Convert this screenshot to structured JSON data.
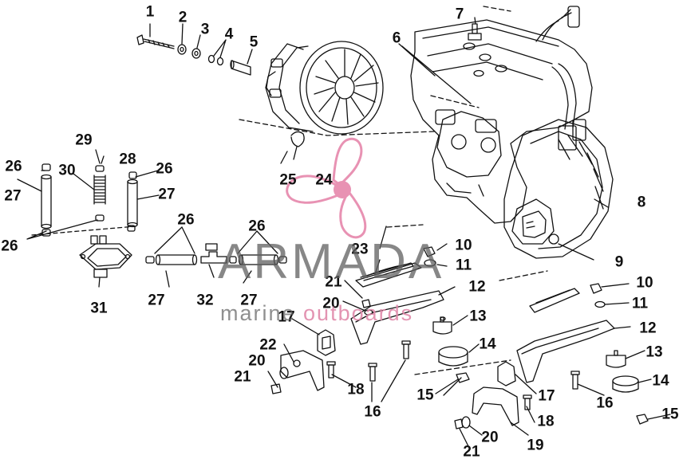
{
  "diagram": {
    "callouts": [
      {
        "id": "c1",
        "label": "1"
      },
      {
        "id": "c2",
        "label": "2"
      },
      {
        "id": "c3",
        "label": "3"
      },
      {
        "id": "c4",
        "label": "4"
      },
      {
        "id": "c5",
        "label": "5"
      },
      {
        "id": "c6",
        "label": "6"
      },
      {
        "id": "c7",
        "label": "7"
      },
      {
        "id": "c8",
        "label": "8"
      },
      {
        "id": "c9",
        "label": "9"
      },
      {
        "id": "c10a",
        "label": "10"
      },
      {
        "id": "c10b",
        "label": "10"
      },
      {
        "id": "c11a",
        "label": "11"
      },
      {
        "id": "c11b",
        "label": "11"
      },
      {
        "id": "c12a",
        "label": "12"
      },
      {
        "id": "c12b",
        "label": "12"
      },
      {
        "id": "c13a",
        "label": "13"
      },
      {
        "id": "c13b",
        "label": "13"
      },
      {
        "id": "c14a",
        "label": "14"
      },
      {
        "id": "c14b",
        "label": "14"
      },
      {
        "id": "c15a",
        "label": "15"
      },
      {
        "id": "c15b",
        "label": "15"
      },
      {
        "id": "c16a",
        "label": "16"
      },
      {
        "id": "c16b",
        "label": "16"
      },
      {
        "id": "c17a",
        "label": "17"
      },
      {
        "id": "c17b",
        "label": "17"
      },
      {
        "id": "c18a",
        "label": "18"
      },
      {
        "id": "c18b",
        "label": "18"
      },
      {
        "id": "c19",
        "label": "19"
      },
      {
        "id": "c20a",
        "label": "20"
      },
      {
        "id": "c20b",
        "label": "20"
      },
      {
        "id": "c20c",
        "label": "20"
      },
      {
        "id": "c21a",
        "label": "21"
      },
      {
        "id": "c21b",
        "label": "21"
      },
      {
        "id": "c21c",
        "label": "21"
      },
      {
        "id": "c22",
        "label": "22"
      },
      {
        "id": "c23",
        "label": "23"
      },
      {
        "id": "c24",
        "label": "24"
      },
      {
        "id": "c25",
        "label": "25"
      },
      {
        "id": "c26a",
        "label": "26"
      },
      {
        "id": "c26b",
        "label": "26"
      },
      {
        "id": "c26c",
        "label": "26"
      },
      {
        "id": "c26d",
        "label": "26"
      },
      {
        "id": "c26e",
        "label": "26"
      },
      {
        "id": "c27a",
        "label": "27"
      },
      {
        "id": "c27b",
        "label": "27"
      },
      {
        "id": "c27c",
        "label": "27"
      },
      {
        "id": "c27d",
        "label": "27"
      },
      {
        "id": "c28",
        "label": "28"
      },
      {
        "id": "c29",
        "label": "29"
      },
      {
        "id": "c30",
        "label": "30"
      },
      {
        "id": "c31",
        "label": "31"
      },
      {
        "id": "c32",
        "label": "32"
      }
    ]
  },
  "watermark": {
    "brand": "ARMADA",
    "tagline_part1": "marine ",
    "tagline_part2": "outboards",
    "logo_icon": "propeller-icon",
    "logo_color": "#e47fa6",
    "text_color": "#5f5f5f"
  }
}
